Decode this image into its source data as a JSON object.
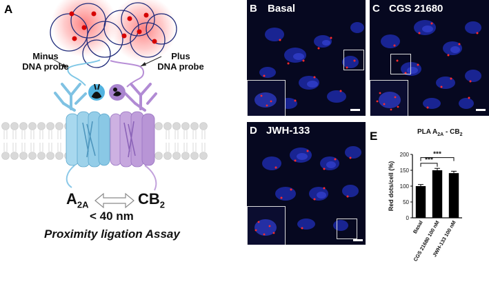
{
  "panel_a": {
    "letter": "A",
    "minus_probe_line1": "Minus",
    "minus_probe_line2": "DNA probe",
    "plus_probe_line1": "Plus",
    "plus_probe_line2": "DNA probe",
    "receptor_left": "A",
    "receptor_left_sub": "2A",
    "receptor_right": "CB",
    "receptor_right_sub": "2",
    "distance": "< 40 nm",
    "caption": "Proximity ligation Assay",
    "colors": {
      "a2a_receptor": "#9fd4ec",
      "cb2_receptor": "#c9a9de",
      "rca_glow": "#ff4a4a",
      "dots": "#d80000"
    },
    "icons": [
      "rabbit-icon",
      "mouse-icon"
    ]
  },
  "panel_b": {
    "letter": "B",
    "label": "Basal"
  },
  "panel_c": {
    "letter": "C",
    "label": "CGS 21680"
  },
  "panel_d": {
    "letter": "D",
    "label": "JWH-133"
  },
  "panel_e": {
    "letter": "E",
    "title_main": "PLA A",
    "title_sub1": "2A",
    "title_mid": " - CB",
    "title_sub2": "2",
    "significance": [
      "***",
      "***"
    ]
  },
  "chart_data": {
    "type": "bar",
    "title": "PLA A2A - CB2",
    "categories": [
      "Basal",
      "CGS 21680 100 nM",
      "JWH-133 100 nM"
    ],
    "values": [
      100,
      150,
      141
    ],
    "errors": [
      5,
      6,
      6
    ],
    "ylabel": "Red dots/cell (%)",
    "ylim": [
      0,
      200
    ],
    "yticks": [
      0,
      50,
      100,
      150,
      200
    ],
    "bar_color": "#000000"
  }
}
